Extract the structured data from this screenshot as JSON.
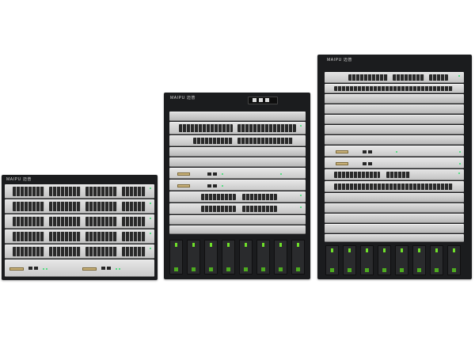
{
  "devices": {
    "small": {
      "brand": "MAIPU 迈普"
    },
    "medium": {
      "brand": "MAIPU 迈普"
    },
    "large": {
      "brand": "MAIPU 迈普"
    }
  },
  "colors": {
    "chassis": "#1b1c1e",
    "card": "#d0d0d0",
    "port": "#2a2a2a",
    "fan_latch": "#6fe02a",
    "led": "#2ee06a",
    "background": "#ffffff"
  }
}
